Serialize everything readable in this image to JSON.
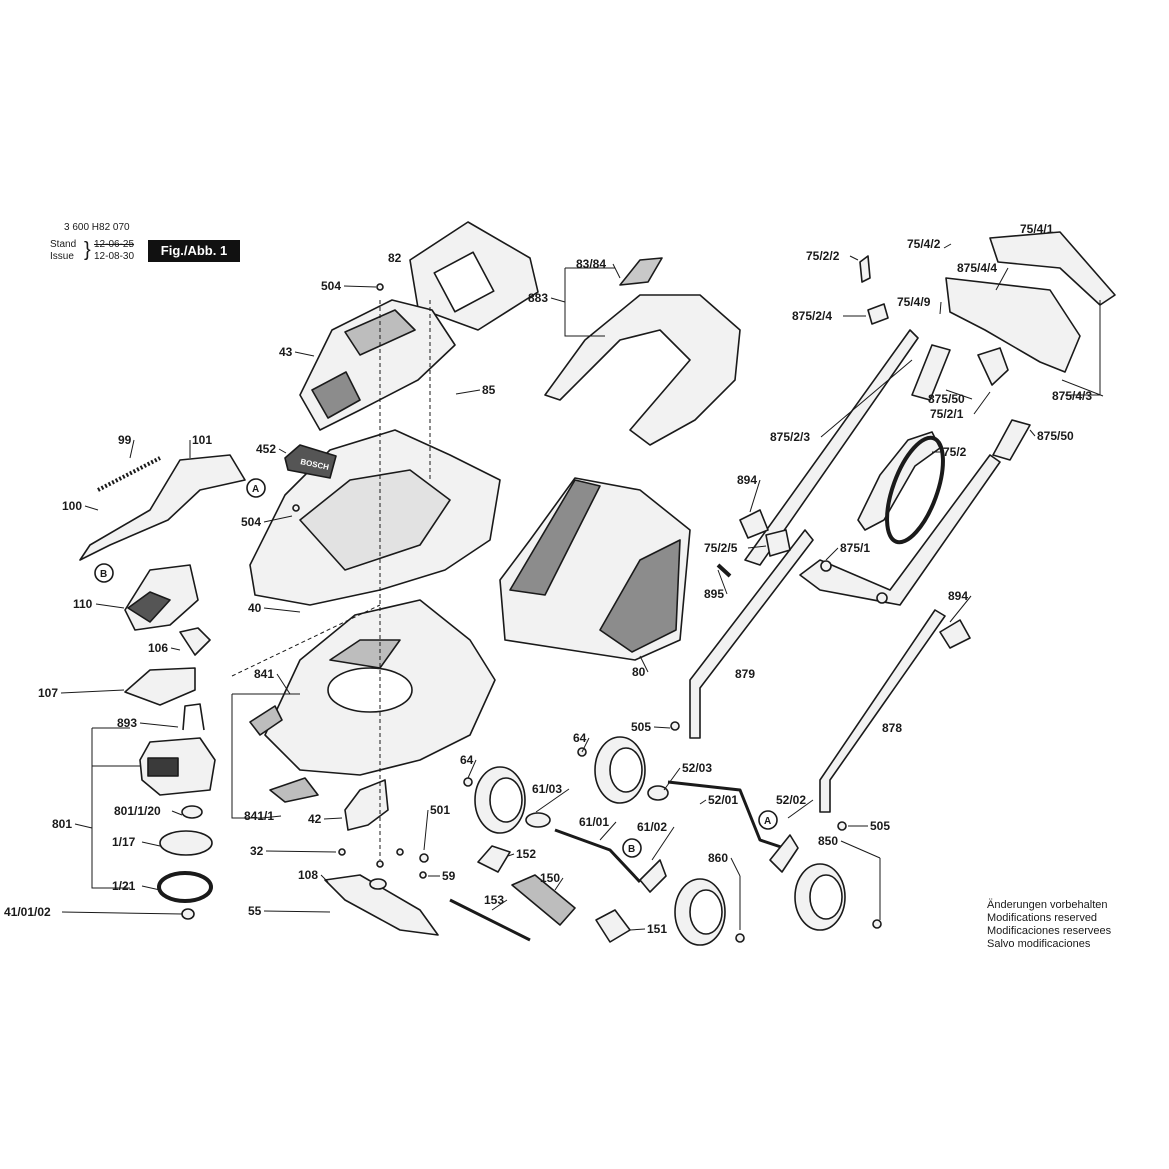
{
  "header": {
    "doc_number": "3 600 H82 070",
    "stand_label": "Stand",
    "stand_date": "12-06-25",
    "issue_label": "Issue",
    "issue_date": "12-08-30",
    "figure_label": "Fig./Abb. 1"
  },
  "notice": [
    "Änderungen vorbehalten",
    "Modifications reserved",
    "Modificaciones reservees",
    "Salvo modificaciones"
  ],
  "callouts": [
    "A",
    "B"
  ],
  "brand_marking": "BOSCH",
  "part_labels": [
    "82",
    "504",
    "43",
    "85",
    "452",
    "504",
    "40",
    "99",
    "101",
    "100",
    "110",
    "106",
    "107",
    "841",
    "893",
    "801",
    "801/1/20",
    "1/17",
    "1/21",
    "41/01/02",
    "841/1",
    "42",
    "32",
    "108",
    "55",
    "501",
    "59",
    "83/84",
    "883",
    "80",
    "75/2/2",
    "875/2/4",
    "75/4/2",
    "75/4/1",
    "875/4/4",
    "75/4/9",
    "875/50",
    "75/2/1",
    "875/4/3",
    "875/2/3",
    "75/2",
    "875/50",
    "894",
    "75/2/5",
    "875/1",
    "895",
    "894",
    "879",
    "505",
    "878",
    "64",
    "52/03",
    "64",
    "61/03",
    "52/01",
    "52/02",
    "61/01",
    "61/02",
    "152",
    "150",
    "153",
    "151",
    "860",
    "850",
    "505"
  ],
  "colors": {
    "line": "#1a1a1a",
    "part_fill": "#f2f2f2",
    "shade": "#9a9a9a",
    "dark": "#3a3a3a"
  }
}
